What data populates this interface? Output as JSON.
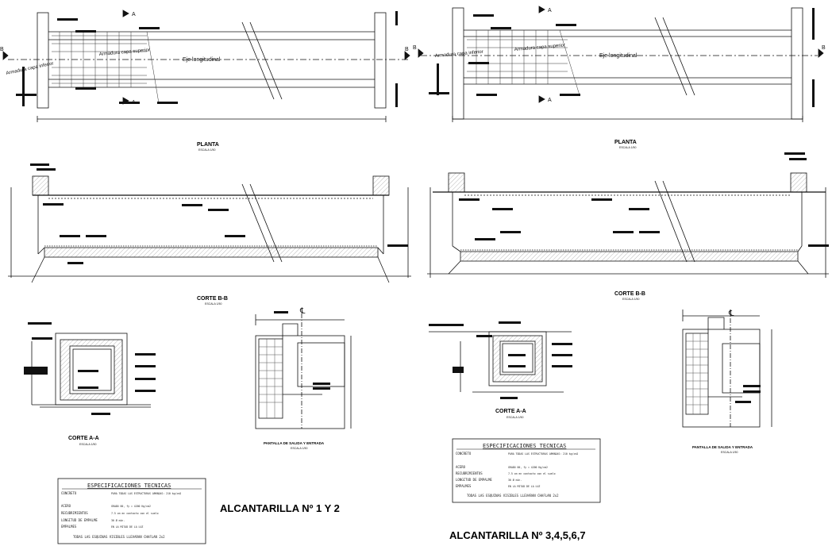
{
  "left_sheet": {
    "plan_title": "PLANTA",
    "plan_scale": "ESCALA 1/50",
    "label_eje": "Eje longitudinal",
    "label_inferior": "Armadura capa inferior",
    "label_superior": "Armadura capa superior",
    "section_mark_a": "A",
    "section_mark_b": "B",
    "corte_b_title": "CORTE B-B",
    "corte_b_scale": "ESCALA 1/50",
    "corte_a_title": "CORTE A-A",
    "corte_a_scale": "ESCALA 1/50",
    "pantalla_title": "PANTALLA DE SALIDA Y ENTRADA",
    "pantalla_scale": "ESCALA 1/50",
    "centerline": "℄",
    "spec": {
      "heading": "ESPECIFICACIONES TECNICAS",
      "rows": [
        {
          "key": "CONCRETO",
          "value": "PARA TODAS LAS ESTRUCTURAS ARMADAS: 210 kg/cm2"
        },
        {
          "key": "ACERO",
          "value": "GRADO 60, fy = 4200 Kg/cm2"
        },
        {
          "key": "RECUBRIMIENTOS",
          "value": "7.5 cm en contacto con el suelo"
        },
        {
          "key": "LONGITUD DE EMPALME",
          "value": "30 Ø mín."
        },
        {
          "key": "EMPALMES",
          "value": "EN LA MITAD DE LA LUZ"
        }
      ],
      "footer": "TODAS LAS ESQUINAS VISIBLES LLEVARAN CHAFLAN 2x2"
    },
    "sheet_title": "ALCANTARILLA Nº 1  Y 2"
  },
  "right_sheet": {
    "plan_title": "PLANTA",
    "plan_scale": "ESCALA 1/50",
    "label_eje": "Eje longitudinal",
    "label_inferior": "Armadura capa inferior",
    "label_superior": "Armadura capa superior",
    "section_mark_a": "A",
    "section_mark_b": "B",
    "corte_b_title": "CORTE B-B",
    "corte_b_scale": "ESCALA 1/50",
    "corte_a_title": "CORTE A-A",
    "corte_a_scale": "ESCALA 1/50",
    "pantalla_title": "PANTALLA DE SALIDA Y ENTRADA",
    "pantalla_scale": "ESCALA 1/50",
    "centerline": "℄",
    "spec": {
      "heading": "ESPECIFICACIONES TECNICAS",
      "rows": [
        {
          "key": "CONCRETO",
          "value": "PARA TODAS LAS ESTRUCTURAS ARMADAS: 210 kg/cm2"
        },
        {
          "key": "ACERO",
          "value": "GRADO 60, fy = 4200 Kg/cm2"
        },
        {
          "key": "RECUBRIMIENTOS",
          "value": "7.5 cm en contacto con el suelo"
        },
        {
          "key": "LONGITUD DE EMPALME",
          "value": "30 Ø mín."
        },
        {
          "key": "EMPALMES",
          "value": "EN LA MITAD DE LA LUZ"
        }
      ],
      "footer": "TODAS LAS ESQUINAS VISIBLES LLEVARAN CHAFLAN 2x2"
    },
    "sheet_title": "ALCANTARILLA Nº 3,4,5,6,7"
  }
}
